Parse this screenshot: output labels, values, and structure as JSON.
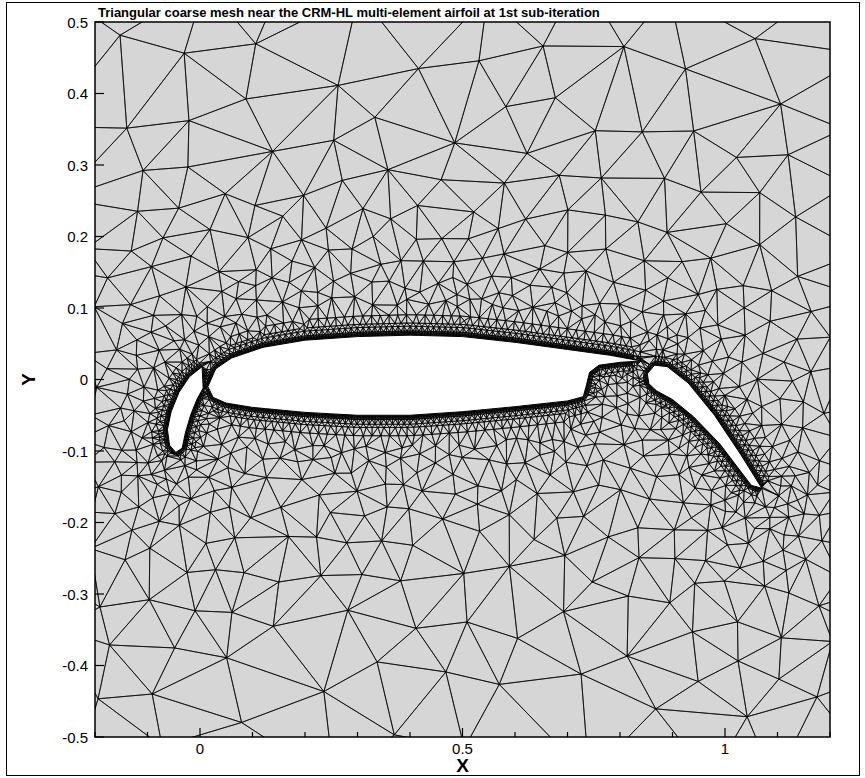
{
  "diagram": {
    "title": "Triangular coarse mesh near the CRM-HL multi-element airfoil at 1st sub-iteration",
    "labels": [
      "0.5",
      "0.4",
      "0.3",
      "0.2",
      "0.1",
      "0",
      "-0.1",
      "-0.2",
      "-0.3",
      "-0.4",
      "-0.5",
      "0",
      "0.5",
      "1",
      "X",
      "Y"
    ]
  }
}
